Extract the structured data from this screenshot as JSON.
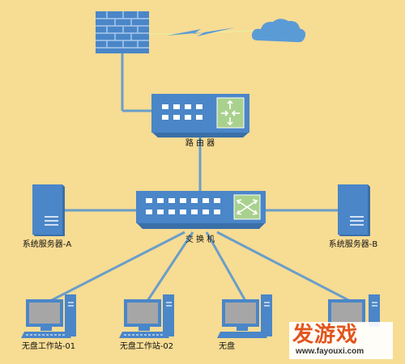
{
  "labels": {
    "router": "路 由 器",
    "switch": "交 换 机",
    "server_a": "系统服务器-A",
    "server_b": "系统服务器-B",
    "ws01": "无盘工作站-01",
    "ws02": "无盘工作站-02",
    "ws03": "无盘"
  },
  "watermark": {
    "brand": "发游戏",
    "url": "www.fayouxi.com"
  },
  "colors": {
    "background": "#f7dc93",
    "device_blue": "#4a86c8",
    "link": "#6a9ec9",
    "cloud": "#5b9bd5",
    "green_panel": "#a9d18e"
  }
}
